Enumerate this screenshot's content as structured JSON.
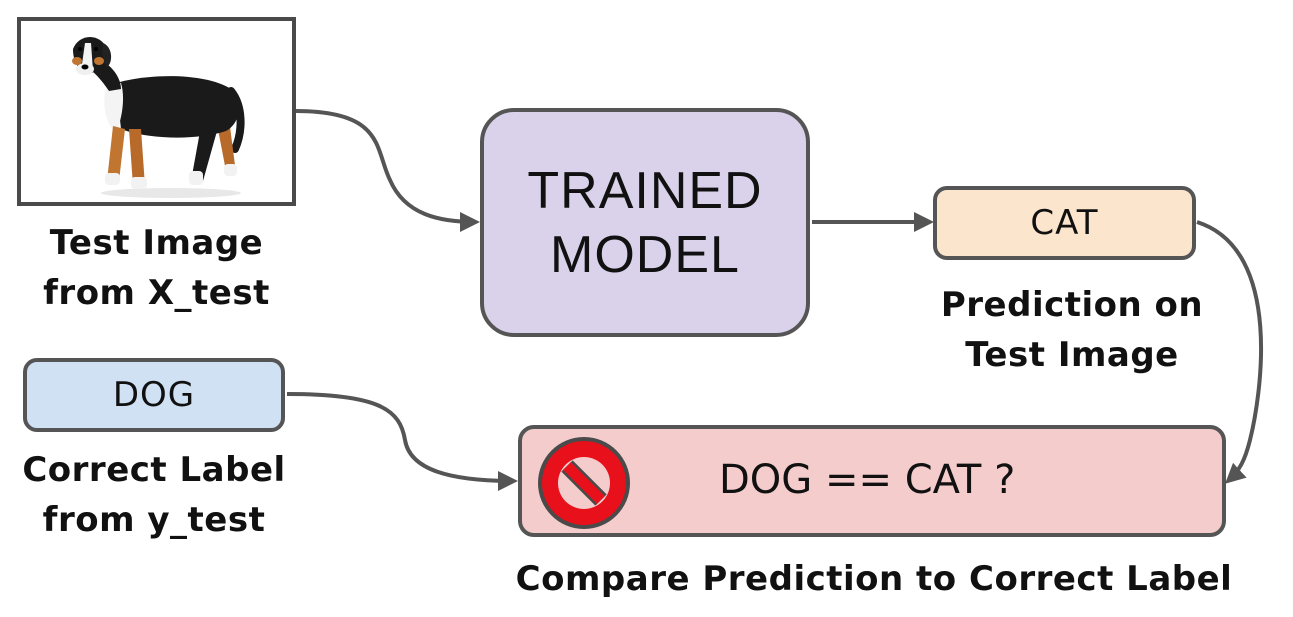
{
  "test_image": {
    "icon": "dog-photo",
    "caption_line1": "Test Image",
    "caption_line2": "from X_test"
  },
  "model": {
    "line1": "TRAINED",
    "line2": "MODEL",
    "fill": "#d9d2ea"
  },
  "prediction": {
    "label": "CAT",
    "fill": "#fbe5cd",
    "caption_line1": "Prediction on",
    "caption_line2": "Test Image"
  },
  "correct": {
    "label": "DOG",
    "fill": "#cfe1f3",
    "caption_line1": "Correct Label",
    "caption_line2": "from y_test"
  },
  "compare": {
    "text": "DOG == CAT ?",
    "icon": "prohibited-icon",
    "fill": "#f4cccc",
    "caption": "Compare Prediction to Correct Label"
  },
  "colors": {
    "stroke": "#555555",
    "prohibited_red": "#e8101a"
  }
}
